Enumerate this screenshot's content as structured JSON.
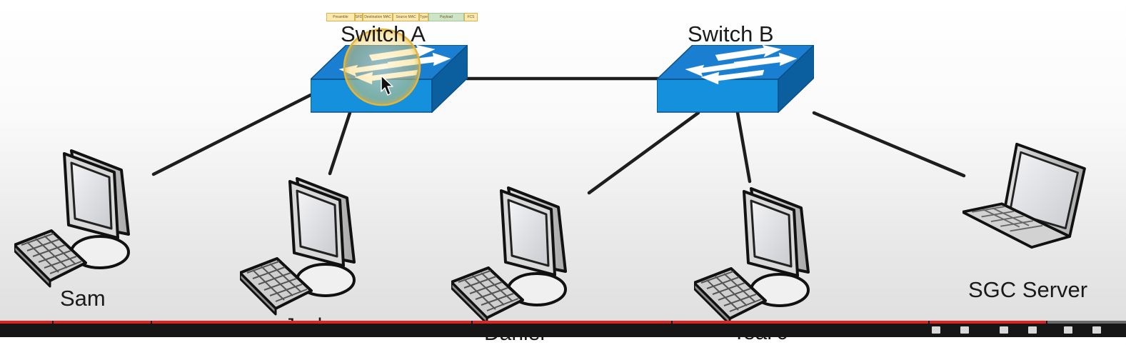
{
  "diagram": {
    "switches": [
      {
        "id": "switch-a",
        "label": "Switch A"
      },
      {
        "id": "switch-b",
        "label": "Switch B"
      }
    ],
    "hosts": [
      {
        "id": "sam",
        "label": "Sam",
        "type": "desktop"
      },
      {
        "id": "jack",
        "label": "Jack",
        "type": "desktop"
      },
      {
        "id": "daniel",
        "label": "Daniel",
        "type": "desktop"
      },
      {
        "id": "tealc",
        "label": "Teal’c",
        "type": "desktop"
      },
      {
        "id": "sgc-server",
        "label": "SGC Server",
        "type": "laptop"
      }
    ],
    "links": [
      [
        "sam",
        "switch-a"
      ],
      [
        "jack",
        "switch-a"
      ],
      [
        "switch-a",
        "switch-b"
      ],
      [
        "daniel",
        "switch-b"
      ],
      [
        "tealc",
        "switch-b"
      ],
      [
        "sgc-server",
        "switch-b"
      ]
    ],
    "frame_header": {
      "fields": [
        "Preamble",
        "SFD",
        "Destination MAC",
        "Source MAC",
        "Type",
        "Payload",
        "FCS"
      ]
    }
  },
  "player": {
    "progress": 0.93
  },
  "colors": {
    "switch_top": "#1a7fd0",
    "switch_front": "#1590dd",
    "switch_side": "#0b5f9f",
    "cable": "#1e1e1e",
    "cursor_highlight": "#f3c64a",
    "progress": "#e42121"
  }
}
